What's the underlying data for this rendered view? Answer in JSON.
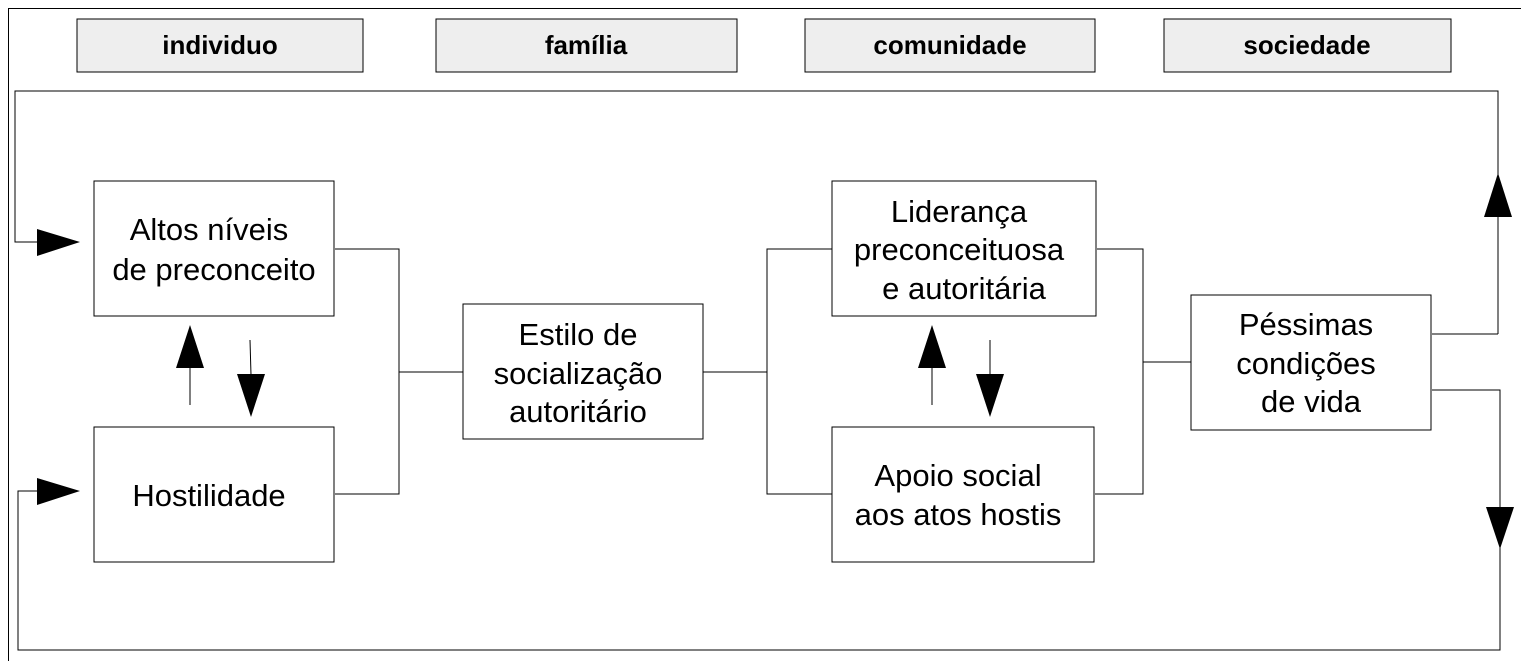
{
  "headers": {
    "individuo": "individuo",
    "familia": "família",
    "comunidade": "comunidade",
    "sociedade": "sociedade"
  },
  "boxes": {
    "altos_niveis": [
      "Altos níveis",
      "de preconceito"
    ],
    "hostilidade": [
      "Hostilidade"
    ],
    "estilo": [
      "Estilo de",
      "socialização",
      "autoritário"
    ],
    "lideranca": [
      "Liderança",
      "preconceituosa",
      "e autoritária"
    ],
    "apoio": [
      "Apoio social",
      "aos atos hostis"
    ],
    "pessimas": [
      "Péssimas",
      "condições",
      "de vida"
    ]
  },
  "colors": {
    "header_fill": "#eeeeee",
    "stroke": "#000000",
    "background": "#ffffff"
  }
}
